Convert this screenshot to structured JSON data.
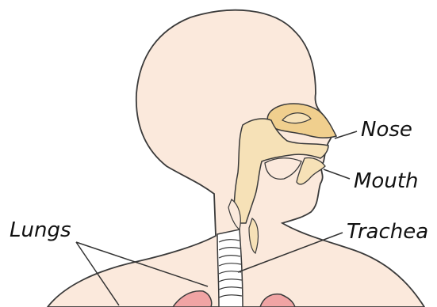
{
  "labels": {
    "nose": "Nose",
    "mouth": "Mouth",
    "lungs": "Lungs",
    "trachea": "Trachea"
  },
  "colors": {
    "skin": "#fbe9dc",
    "outline": "#3a3a3a",
    "airway": "#f6e1b7",
    "nasal_cavity": "#f0cf8e",
    "lung": "#f0a4a4",
    "trachea": "#ffffff"
  }
}
